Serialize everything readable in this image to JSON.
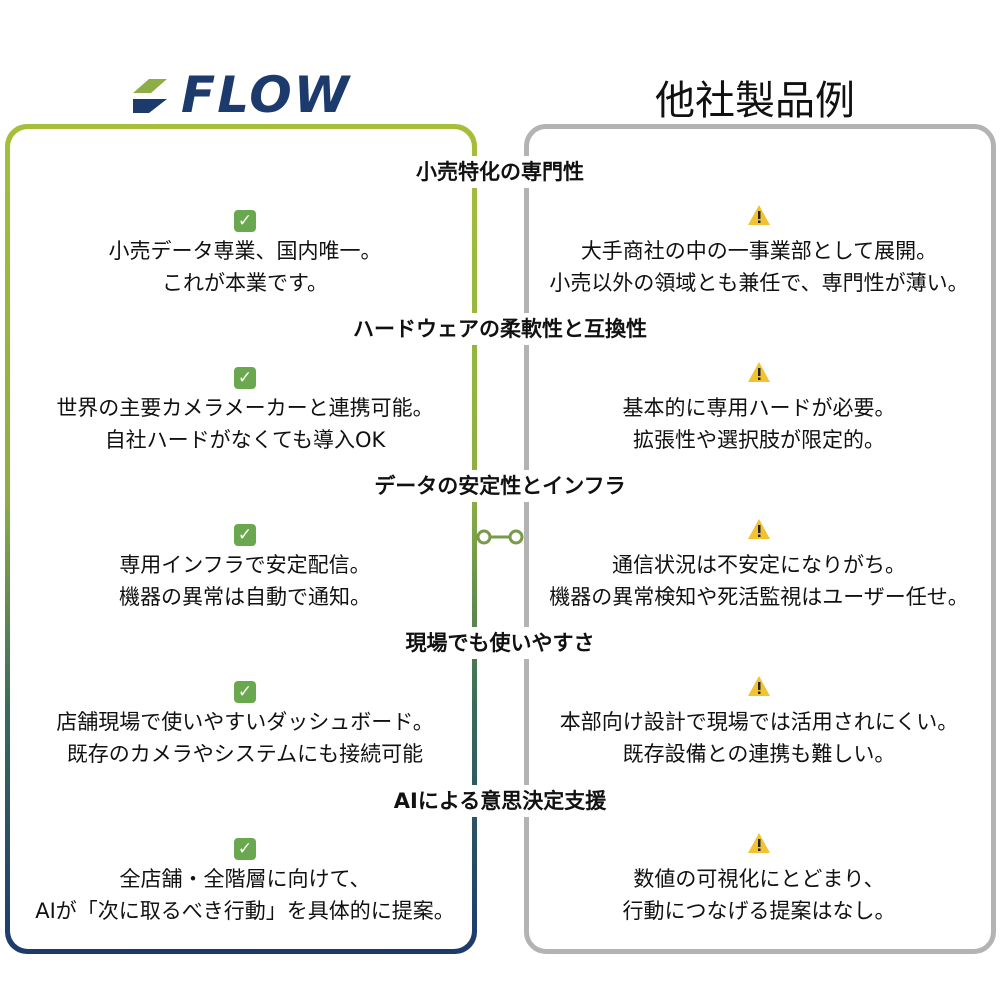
{
  "header": {
    "logo_text": "FLOW",
    "other_title": "他社製品例"
  },
  "colors": {
    "left_border_top": "#a6bf3a",
    "left_border_bottom": "#1c3a6b",
    "right_border": "#b3b3b3",
    "check": "#6aa84f",
    "warning": "#f1c232"
  },
  "sections": [
    {
      "title": "小売特化の専門性",
      "left": [
        "小売データ専業、国内唯一。",
        "これが本業です。"
      ],
      "right": [
        "大手商社の中の一事業部として展開。",
        "小売以外の領域とも兼任で、専門性が薄い。"
      ]
    },
    {
      "title": "ハードウェアの柔軟性と互換性",
      "left": [
        "世界の主要カメラメーカーと連携可能。",
        "自社ハードがなくても導入OK"
      ],
      "right": [
        "基本的に専用ハードが必要。",
        "拡張性や選択肢が限定的。"
      ]
    },
    {
      "title": "データの安定性とインフラ",
      "left": [
        "専用インフラで安定配信。",
        "機器の異常は自動で通知。"
      ],
      "right": [
        "通信状況は不安定になりがち。",
        "機器の異常検知や死活監視はユーザー任せ。"
      ]
    },
    {
      "title": "現場でも使いやすさ",
      "left": [
        "店舗現場で使いやすいダッシュボード。",
        "既存のカメラやシステムにも接続可能"
      ],
      "right": [
        "本部向け設計で現場では活用されにくい。",
        "既存設備との連携も難しい。"
      ]
    },
    {
      "title": "AIによる意思決定支援",
      "left": [
        "全店舗・全階層に向けて、",
        "AIが「次に取るべき行動」を具体的に提案。"
      ],
      "right": [
        "数値の可視化にとどまり、",
        "行動につなげる提案はなし。"
      ]
    }
  ]
}
